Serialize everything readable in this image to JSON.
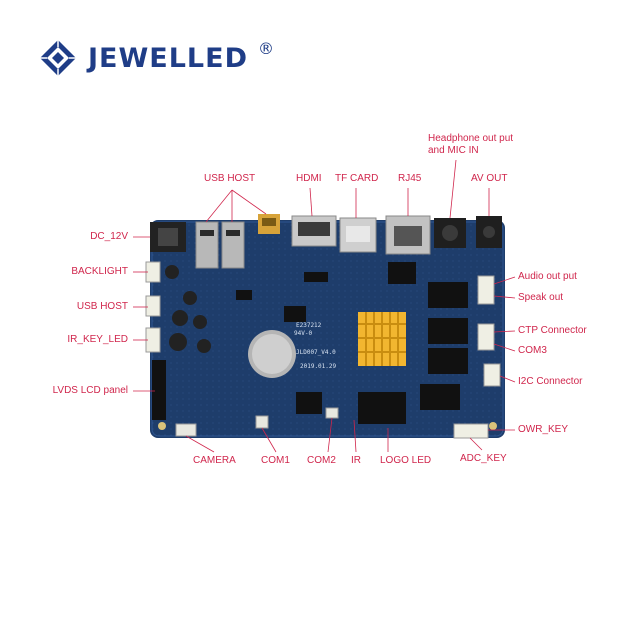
{
  "brand": {
    "name": "JEWELLED",
    "registered_mark": "®",
    "logo_icon": "diamond-logo-icon",
    "color": "#1f3d87"
  },
  "board": {
    "silkscreen_model": "JLD007_V4.0",
    "silkscreen_date": "2019.01.29",
    "silkscreen_ul": "E237212",
    "silkscreen_grade": "94V-0",
    "pcb_color": "#1e3d6b",
    "heatsink_color": "#f2b630"
  },
  "labels": {
    "dc_12v": "DC_12V",
    "backlight": "BACKLIGHT",
    "usb_host_left": "USB HOST",
    "ir_key_led": "IR_KEY_LED",
    "lvds_lcd_panel": "LVDS LCD panel",
    "usb_host_top": "USB HOST",
    "hdmi": "HDMI",
    "tf_card": "TF CARD",
    "rj45": "RJ45",
    "headphone_line1": "Headphone out put",
    "headphone_line2": "and MIC IN",
    "av_out": "AV OUT",
    "audio_out_put": "Audio out put",
    "speak_out": "Speak out",
    "ctp_connector": "CTP Connector",
    "com3": "COM3",
    "i2c_connector": "I2C Connector",
    "owr_key": "OWR_KEY",
    "adc_key": "ADC_KEY",
    "camera": "CAMERA",
    "com1": "COM1",
    "com2": "COM2",
    "ir": "IR",
    "logo_led": "LOGO LED"
  },
  "colors": {
    "label": "#d0264c",
    "leader_line": "#d0264c"
  }
}
